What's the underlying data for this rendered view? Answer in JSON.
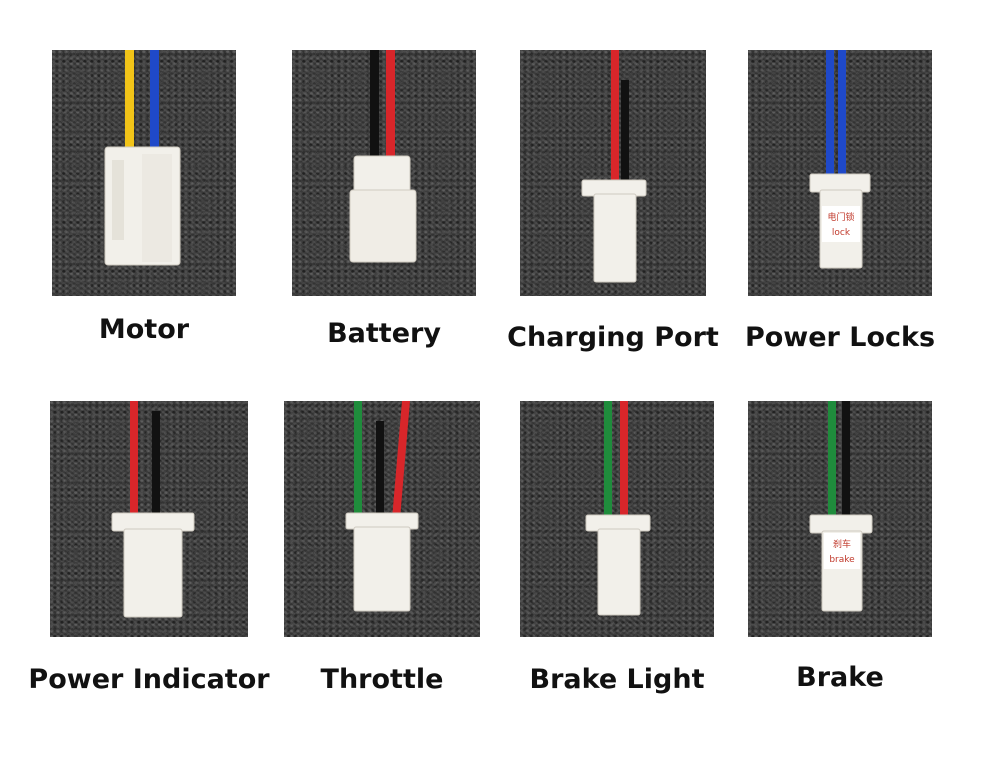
{
  "panels": [
    {
      "label": "Motor"
    },
    {
      "label": "Battery"
    },
    {
      "label": "Charging Port"
    },
    {
      "label": "Power Locks",
      "sticker": [
        "电门锁",
        "lock"
      ]
    },
    {
      "label": "Power Indicator"
    },
    {
      "label": "Throttle"
    },
    {
      "label": "Brake Light"
    },
    {
      "label": "Brake",
      "sticker": [
        "刹车",
        "brake"
      ]
    }
  ],
  "colors": {
    "carpet": "#3a3a3a",
    "connector": "#f2f0ea",
    "wire_yellow": "#f2c418",
    "wire_blue": "#1f49c9",
    "wire_red": "#d8262a",
    "wire_black": "#111111",
    "wire_green": "#1f8c3c",
    "sticker_text": "#c0392b"
  }
}
